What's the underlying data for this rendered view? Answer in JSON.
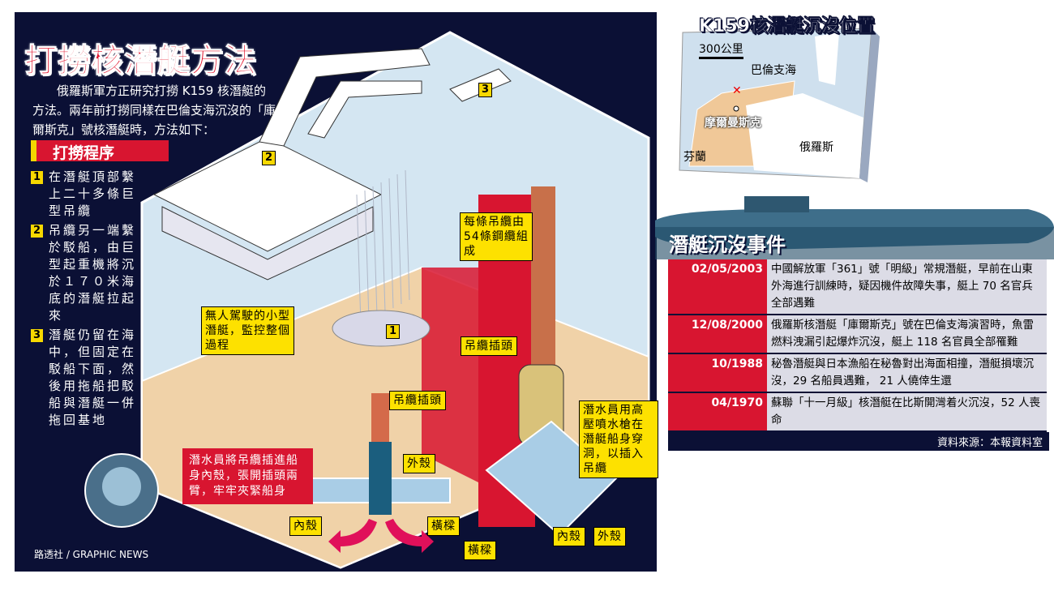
{
  "title": "打撈核潛艇方法",
  "intro": "俄羅斯軍方正研究打撈 K159 核潛艇的方法。兩年前打撈同樣在巴倫支海沉沒的「庫爾斯克」號核潛艇時，方法如下：",
  "section_heading": "打撈程序",
  "steps": [
    {
      "num": "1",
      "text": "在潛艇頂部繫上二十多條巨型吊纜"
    },
    {
      "num": "2",
      "text": "吊纜另一端繫於駁船，由巨型起重機將沉於１７０米海底的潛艇拉起來"
    },
    {
      "num": "3",
      "text": "潛艇仍留在海中，但固定在駁船下面，然後用拖船把駁船與潛艇一併拖回基地"
    }
  ],
  "diagram_markers": [
    "1",
    "2",
    "3"
  ],
  "callouts": {
    "cables": "每條吊纜由54條鋼纜組成",
    "rov": "無人駕駛的小型潛艇，監控整個過程",
    "plug1": "吊纜插頭",
    "plug2": "吊纜插頭",
    "diver_drill": "潛水員用高壓噴水槍在潛艇船身穿洞，以插入吊纜",
    "diver_insert": "潛水員將吊纜插進船身內殼，張開插頭兩臂，牢牢夾緊船身",
    "outer1": "外殼",
    "inner1": "內殼",
    "beam1": "橫樑",
    "beam2": "橫樑",
    "inner2": "內殼",
    "outer2": "外殼"
  },
  "credit": "路透社 / GRAPHIC NEWS",
  "map": {
    "title": "K159核潛艇沉沒位置",
    "scale": "300公里",
    "labels": {
      "sea": "巴倫支海",
      "city": "摩爾曼斯克",
      "russia": "俄羅斯",
      "finland": "芬蘭"
    }
  },
  "incidents": {
    "heading": "潛艇沉沒事件",
    "rows": [
      {
        "date": "02/05/2003",
        "desc": "中國解放軍「361」號「明級」常規潛艇，早前在山東外海進行訓練時，疑因機件故障失事，艇上 70 名官兵全部遇難"
      },
      {
        "date": "12/08/2000",
        "desc": "俄羅斯核潛艇「庫爾斯克」號在巴倫支海演習時，魚雷燃料洩漏引起爆炸沉沒，艇上 118 名官員全部罹難"
      },
      {
        "date": "10/1988",
        "desc": "秘魯潛艇與日本漁船在秘魯對出海面相撞，潛艇損壞沉沒，29 名船員遇難， 21 人僥倖生還"
      },
      {
        "date": "04/1970",
        "desc": "蘇聯「十一月級」核潛艇在比斯開灣着火沉沒，52 人喪命"
      }
    ],
    "source": "資料來源：本報資料室"
  },
  "colors": {
    "navy": "#0b1035",
    "red": "#d81530",
    "yellow": "#fde100",
    "water": "#cfe3f0",
    "sand": "#f0d2a8"
  }
}
